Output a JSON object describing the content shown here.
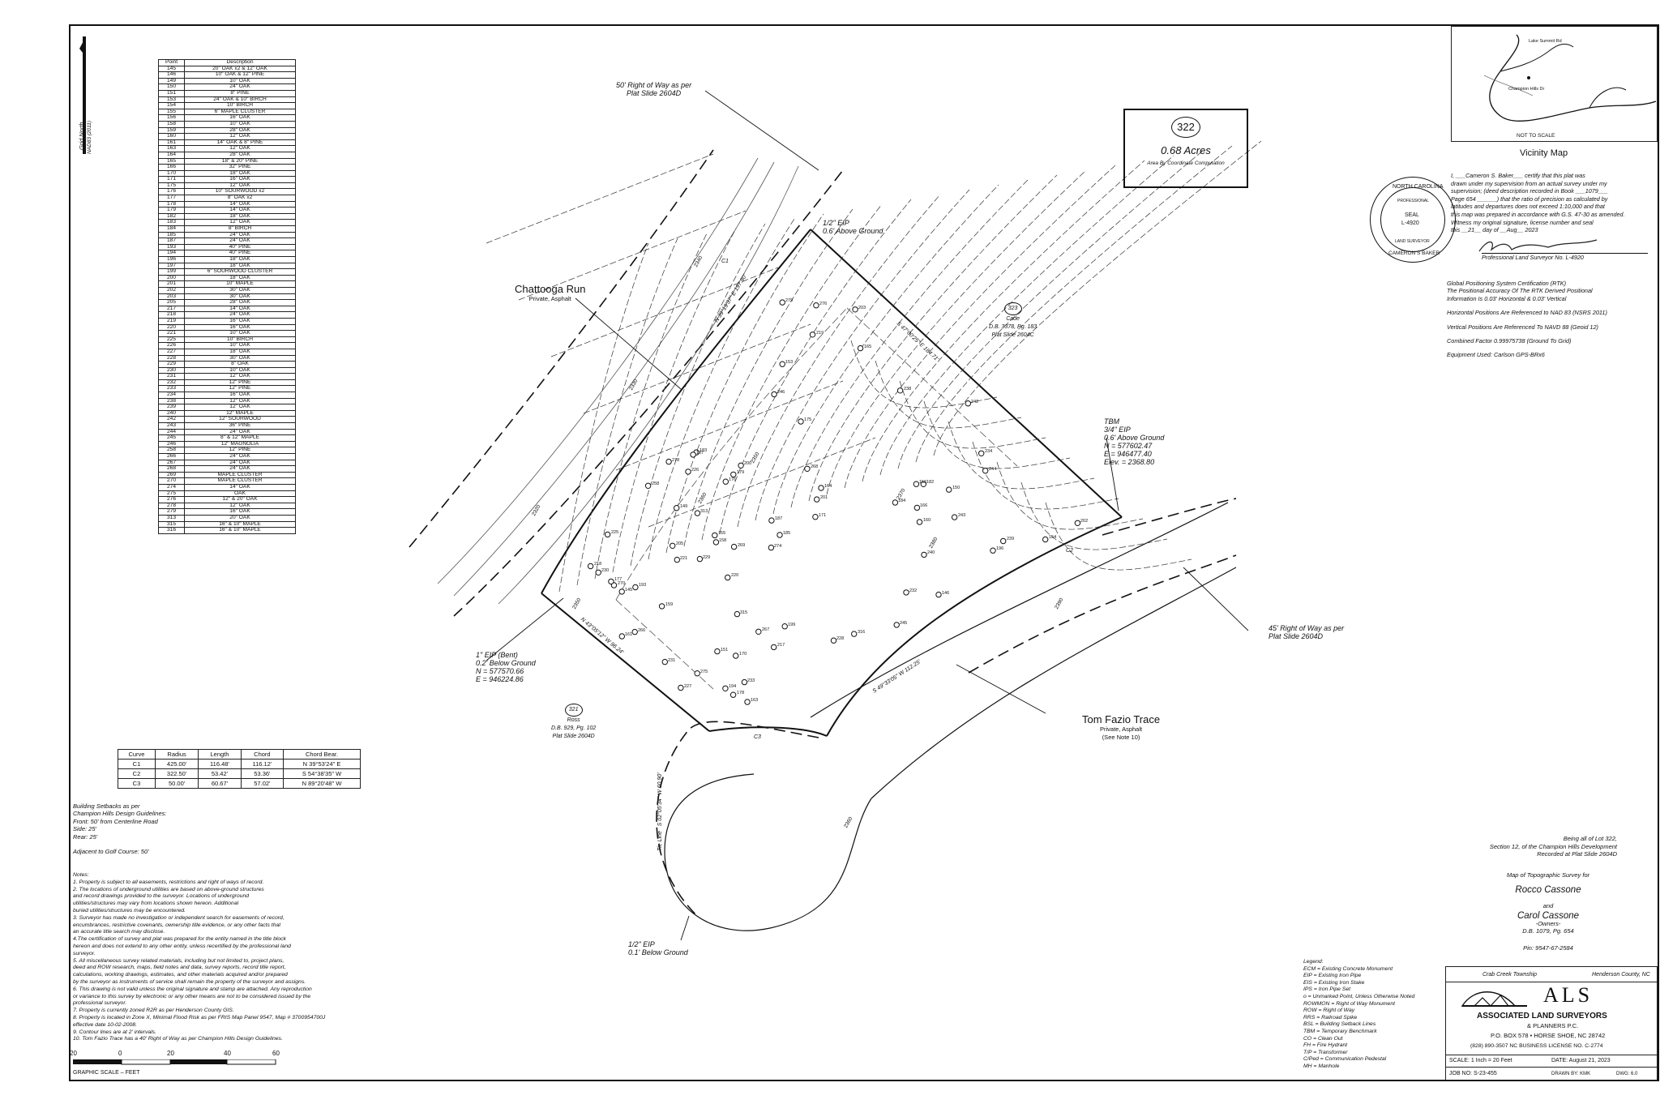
{
  "point_table": {
    "headers": [
      "Point",
      "Description"
    ],
    "rows": [
      [
        "145",
        "20\" OAK x2 & 12\" OAK"
      ],
      [
        "146",
        "10\" OAK & 12\" PINE"
      ],
      [
        "149",
        "10\" OAK"
      ],
      [
        "150",
        "24\" OAK"
      ],
      [
        "151",
        "8\" PINE"
      ],
      [
        "153",
        "24\" OAK & 10\" BIRCH"
      ],
      [
        "154",
        "10\" BIRCH"
      ],
      [
        "155",
        "6\" MAPLE CLUSTER"
      ],
      [
        "156",
        "16\" OAK"
      ],
      [
        "158",
        "10\" OAK"
      ],
      [
        "159",
        "28\" OAK"
      ],
      [
        "160",
        "12\" OAK"
      ],
      [
        "161",
        "14\" OAK & 8\" PINE"
      ],
      [
        "163",
        "12\" OAK"
      ],
      [
        "164",
        "28\" OAK"
      ],
      [
        "165",
        "18\" & 20\" PINE"
      ],
      [
        "166",
        "32\" PINE"
      ],
      [
        "170",
        "18\" OAK"
      ],
      [
        "171",
        "16\" OAK"
      ],
      [
        "175",
        "12\" OAK"
      ],
      [
        "176",
        "10\" SOURWOOD x2"
      ],
      [
        "177",
        "8\" OAK x2"
      ],
      [
        "178",
        "14\" OAK"
      ],
      [
        "179",
        "14\" OAK"
      ],
      [
        "182",
        "18\" OAK"
      ],
      [
        "183",
        "12\" OAK"
      ],
      [
        "184",
        "8\" BIRCH"
      ],
      [
        "185",
        "24\" OAK"
      ],
      [
        "187",
        "24\" OAK"
      ],
      [
        "193",
        "40\" PINE"
      ],
      [
        "194",
        "40\" PINE"
      ],
      [
        "196",
        "18\" OAK"
      ],
      [
        "197",
        "18\" OAK"
      ],
      [
        "199",
        "6\" SOURWOOD CLUSTER"
      ],
      [
        "200",
        "18\" OAK"
      ],
      [
        "201",
        "10\" MAPLE"
      ],
      [
        "202",
        "30\" OAK"
      ],
      [
        "203",
        "30\" OAK"
      ],
      [
        "205",
        "28\" OAK"
      ],
      [
        "217",
        "14\" OAK"
      ],
      [
        "218",
        "24\" OAK"
      ],
      [
        "219",
        "16\" OAK"
      ],
      [
        "220",
        "16\" OAK"
      ],
      [
        "221",
        "10\" OAK"
      ],
      [
        "225",
        "10\" BIRCH"
      ],
      [
        "226",
        "10\" OAK"
      ],
      [
        "227",
        "18\" OAK"
      ],
      [
        "228",
        "30\" OAK"
      ],
      [
        "229",
        "8\" OAK"
      ],
      [
        "230",
        "10\" OAK"
      ],
      [
        "231",
        "12\" OAK"
      ],
      [
        "232",
        "12\" PINE"
      ],
      [
        "233",
        "12\" PINE"
      ],
      [
        "234",
        "16\" OAK"
      ],
      [
        "238",
        "12\" OAK"
      ],
      [
        "239",
        "12\" OAK"
      ],
      [
        "240",
        "12\" MAPLE"
      ],
      [
        "242",
        "12\" SOURWOOD"
      ],
      [
        "243",
        "36\" PINE"
      ],
      [
        "244",
        "24\" OAK"
      ],
      [
        "245",
        "8\" & 12\" MAPLE"
      ],
      [
        "246",
        "12\" MAGNOLIA"
      ],
      [
        "258",
        "12\" PINE"
      ],
      [
        "266",
        "24\" OAK"
      ],
      [
        "267",
        "24\" OAK"
      ],
      [
        "268",
        "24\" OAK"
      ],
      [
        "269",
        "MAPLE CLUSTER"
      ],
      [
        "270",
        "MAPLE CLUSTER"
      ],
      [
        "274",
        "14\" OAK"
      ],
      [
        "275",
        "OAK"
      ],
      [
        "276",
        "12\" & 20\" OAK"
      ],
      [
        "278",
        "12\" OAK"
      ],
      [
        "279",
        "16\" OAK"
      ],
      [
        "313",
        "20\" OAK"
      ],
      [
        "315",
        "16\" & 10\" MAPLE"
      ],
      [
        "316",
        "16\" & 10\" MAPLE"
      ]
    ]
  },
  "curve_table": {
    "headers": [
      "Curve",
      "Radius",
      "Length",
      "Chord",
      "Chord Bear."
    ],
    "rows": [
      [
        "C1",
        "425.00'",
        "116.48'",
        "116.12'",
        "N 39°53'24\" E"
      ],
      [
        "C2",
        "322.50'",
        "53.42'",
        "53.36'",
        "S 54°38'35\" W"
      ],
      [
        "C3",
        "50.00'",
        "60.67'",
        "57.02'",
        "N 89°20'48\" W"
      ]
    ]
  },
  "north": {
    "label": "Grid North",
    "sub": "NAD83 (2011)"
  },
  "setbacks": [
    "Building Setbacks as per",
    "Champion Hills Design Guidelines:",
    "Front: 50' from Centerline Road",
    "Side: 25'",
    "Rear: 25'",
    "",
    "Adjacent to Golf Course: 50'"
  ],
  "notes": [
    "Notes:",
    "1. Property is subject to all easements, restrictions and right of ways of record.",
    "2. The locations of underground utilities are based on above-ground structures",
    "and record drawings provided to the surveyor. Locations of underground",
    "utilities/structures may vary from locations shown hereon. Additional",
    "buried utilities/structures may be encountered.",
    "3. Surveyor has made no investigation or independent search for easements of record,",
    "encumbrances, restrictive covenants, ownership title evidence, or any other facts that",
    "an accurate title search may disclose.",
    "4.The certification of survey and plat was prepared for the entity named in the title block",
    "hereon and does not extend to any other entity, unless recertified by the professional land",
    "surveyor.",
    "5. All miscellaneous survey related materials, including but not limited to, project plans,",
    "deed and ROW research, maps, field notes and data, survey reports, record title report,",
    "calculations, working drawings, estimates, and other materials acquired and/or prepared",
    "by the surveyor as instruments of service shall remain the property of the surveyor and assigns.",
    "6. This drawing is not valid unless the original signature and stamp are attached. Any reproduction",
    "or variance to this survey by electronic or any other means are not to be considered issued by the",
    "professional surveyor.",
    "7. Property is currently zoned R2R as per Henderson County GIS.",
    "8. Property is located in Zone X, Minimal Flood Risk as per FRIS Map Panel 9547, Map # 3700954700J",
    "effective date 10-02-2008.",
    "9. Contour lines are at 2' intervals.",
    "10. Tom Fazio Trace has a 40' Right of Way as per Champion Hills Design Guidelines."
  ],
  "scale_bar": {
    "ticks": [
      "20",
      "0",
      "20",
      "40",
      "60"
    ],
    "caption": "GRAPHIC SCALE  –  FEET"
  },
  "plan_labels": {
    "row_top": [
      "50' Right of Way as per",
      "Plat Slide 2604D"
    ],
    "chattooga": {
      "name": "Chattooga Run",
      "sub": "Private, Asphalt"
    },
    "eip_top": [
      "1/2\" EIP",
      "0.6' Above Ground"
    ],
    "lot_323": {
      "num": "323",
      "lines": [
        "Cade",
        "D.B. 3378, Pg. 183",
        "Plat Slide 2604C"
      ]
    },
    "tbm": [
      "TBM",
      "3/4\" EIP",
      "0.6' Above Ground",
      "N = 577602.47",
      "E = 946477.40",
      "Elev. = 2368.80"
    ],
    "eip_left": [
      "1\" EIP (Bent)",
      "0.2' Below Ground",
      "N = 577570.66",
      "E = 946224.86"
    ],
    "lot_321": {
      "num": "321",
      "lines": [
        "Ross",
        "D.B. 929, Pg. 102",
        "Plat Slide 2604D"
      ]
    },
    "row_right": [
      "45' Right of Way as per",
      "Plat Slide 2604D"
    ],
    "tom_fazio": {
      "name": "Tom Fazio Trace",
      "sub": "Private, Asphalt",
      "sub2": "(See Note 10)"
    },
    "tie_line": [
      "Tie Line",
      "S 02°05'34\" W  60.90'"
    ],
    "eip_bottom": [
      "1/2\" EIP",
      "0.1' Below Ground"
    ],
    "bearing_nw": "N 39°19'37\" E  197.80'",
    "bearing_ne": "S 47°00'25\" E  184.71'",
    "bearing_se": "S 49°33'05\" W  112.25'",
    "bearing_sw": "N 43°05'12\" W  96.24'",
    "curves": [
      "C1",
      "C2",
      "C3"
    ],
    "contours": [
      "2340",
      "2330",
      "2320",
      "2350",
      "2360",
      "2370",
      "2380",
      "2390",
      "2360",
      "2350"
    ],
    "trees": [
      "193",
      "194",
      "199",
      "200",
      "201",
      "202",
      "203",
      "175",
      "176",
      "170",
      "178",
      "179",
      "182",
      "183",
      "184",
      "185",
      "187",
      "153",
      "154",
      "156",
      "158",
      "160",
      "161",
      "163",
      "164",
      "165",
      "166",
      "217",
      "218",
      "219",
      "220",
      "221",
      "225",
      "226",
      "227",
      "228",
      "229",
      "230",
      "231",
      "232",
      "233",
      "234",
      "238",
      "239",
      "240",
      "242",
      "243",
      "244",
      "245",
      "246",
      "258",
      "266",
      "267",
      "268",
      "269",
      "270",
      "274",
      "275",
      "276",
      "278",
      "279",
      "313",
      "315",
      "316",
      "145",
      "146",
      "149",
      "150",
      "151",
      "155",
      "159",
      "171",
      "177",
      "196",
      "197",
      "205"
    ]
  },
  "lot": {
    "number": "322",
    "acres": "0.68 Acres",
    "note": "Area By Coordinate Computation"
  },
  "vicinity": {
    "title": "Vicinity Map",
    "not_to_scale": "NOT TO SCALE",
    "road_labels": [
      "Lake Summit Rd",
      "Champion Hills Dr"
    ]
  },
  "certification": {
    "lines": [
      "I, ___Cameron S. Baker___ certify that this plat was",
      "drawn under my supervision from an actual survey under my",
      "supervision; (deed description recorded in Book ___1079___",
      "Page 654 ______) that the ratio of precision as calculated by",
      "latitudes and departures does not exceed 1:10,000 and that",
      "this map was prepared in accordance with G.S. 47-30 as amended.",
      "Witness my original signature, license number and seal",
      "this __21__ day of __Aug__ 2023"
    ],
    "signer_title": "Professional Land Surveyor No. L-4920"
  },
  "seal": {
    "outer": "NORTH CAROLINA",
    "prof": "PROFESSIONAL",
    "seal": "SEAL",
    "num": "L-4920",
    "land": "LAND SURVEYOR",
    "name": "CAMERON S BAKER"
  },
  "gps": [
    "Global Positioning System Certification (RTK)",
    "The Positional Accuracy Of The RTK Derived Positional",
    "Information Is 0.03' Horizontal & 0.03' Vertical",
    "Horizontal Positions Are Referenced to NAD 83 (NSRS 2011)",
    "Vertical Positions Are Referenced To NAVD 88 (Geoid 12)",
    "Combined Factor 0.99975738 (Ground To Grid)",
    "Equipment Used: Carlson GPS-BRx6"
  ],
  "description": {
    "lines": [
      "Being all of Lot 322,",
      "Section 12, of the Champion Hills Development",
      "Recorded at Plat Slide 2604D"
    ],
    "map_of": "Map of Topographic Survey for",
    "owner1": "Rocco Cassone",
    "and": "and",
    "owner2": "Carol Cassone",
    "owners": "-Owners-",
    "deed": "D.B. 1079, Pg. 654",
    "pin": "Pin: 9547-67-2584"
  },
  "legend": [
    "Legend:",
    "ECM = Existing Concrete Monument",
    "EIP = Existing Iron Pipe",
    "EIS = Existing Iron Stake",
    "IPS = Iron Pipe Set",
    "o = Unmarked Point, Unless Otherwise Noted",
    "ROWMON = Right of Way Monument",
    "ROW = Right of Way",
    "RRS = Railroad Spike",
    "BSL = Building Setback Lines",
    "TBM = Temporary Benchmark",
    "CO = Clean Out",
    "FH = Fire Hydrant",
    "T/P = Transformer",
    "C/Ped = Communication Pedestal",
    "MH = Manhole"
  ],
  "title_block": {
    "township": "Crab Creek Township",
    "county": "Henderson County, NC",
    "logo": "ALS",
    "company": "ASSOCIATED LAND SURVEYORS",
    "company2": "& PLANNERS P.C.",
    "address": "P.O. BOX 578 • HORSE SHOE, NC 28742",
    "phone": "(828) 890-3507   NC BUSINESS LICENSE NO. C-2774",
    "scale": "SCALE: 1 Inch = 20 Feet",
    "date": "DATE: August 21, 2023",
    "job": "JOB NO: S-23-455",
    "drawn": "DRAWN BY: KMK",
    "dwg": "DWG: 6.0"
  }
}
